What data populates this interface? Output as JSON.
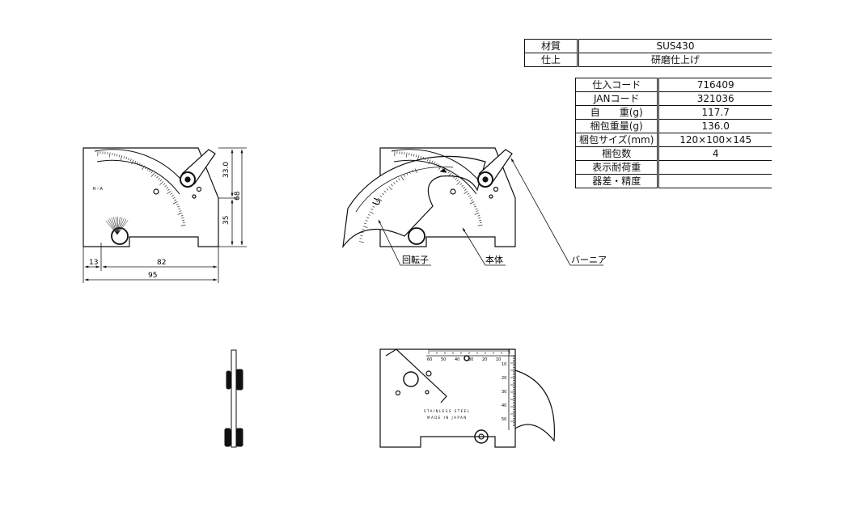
{
  "material_table": {
    "rows": [
      {
        "key": "材質",
        "value": "SUS430"
      },
      {
        "key": "仕上",
        "value": "研磨仕上げ"
      }
    ]
  },
  "product_table": {
    "rows": [
      {
        "key": "仕入コード",
        "value": "716409"
      },
      {
        "key": "JANコード",
        "value": "321036"
      },
      {
        "key": "自　　重(g)",
        "value": "117.7"
      },
      {
        "key": "梱包重量(g)",
        "value": "136.0"
      },
      {
        "key": "梱包サイズ(mm)",
        "value": "120×100×145"
      },
      {
        "key": "梱包数",
        "value": "4"
      },
      {
        "key": "表示耐荷重",
        "value": ""
      },
      {
        "key": "器差・精度",
        "value": ""
      }
    ]
  },
  "dimensions": {
    "height_upper": "33.0",
    "height_total": "68",
    "height_lower": "35",
    "width_a": "13",
    "width_b": "82",
    "width_total": "95"
  },
  "labels": {
    "rotor": "回転子",
    "body": "本体",
    "vernier": "バーニア"
  },
  "gauge_markings": {
    "front_text": "R・A",
    "u_mark": "U",
    "back_line1": "STAINLESS STEEL",
    "back_line2": "MADE IN JAPAN",
    "top_ticks": [
      "60",
      "50",
      "40",
      "30",
      "20",
      "10"
    ],
    "side_ticks": [
      "10",
      "20",
      "30",
      "40",
      "50"
    ]
  }
}
